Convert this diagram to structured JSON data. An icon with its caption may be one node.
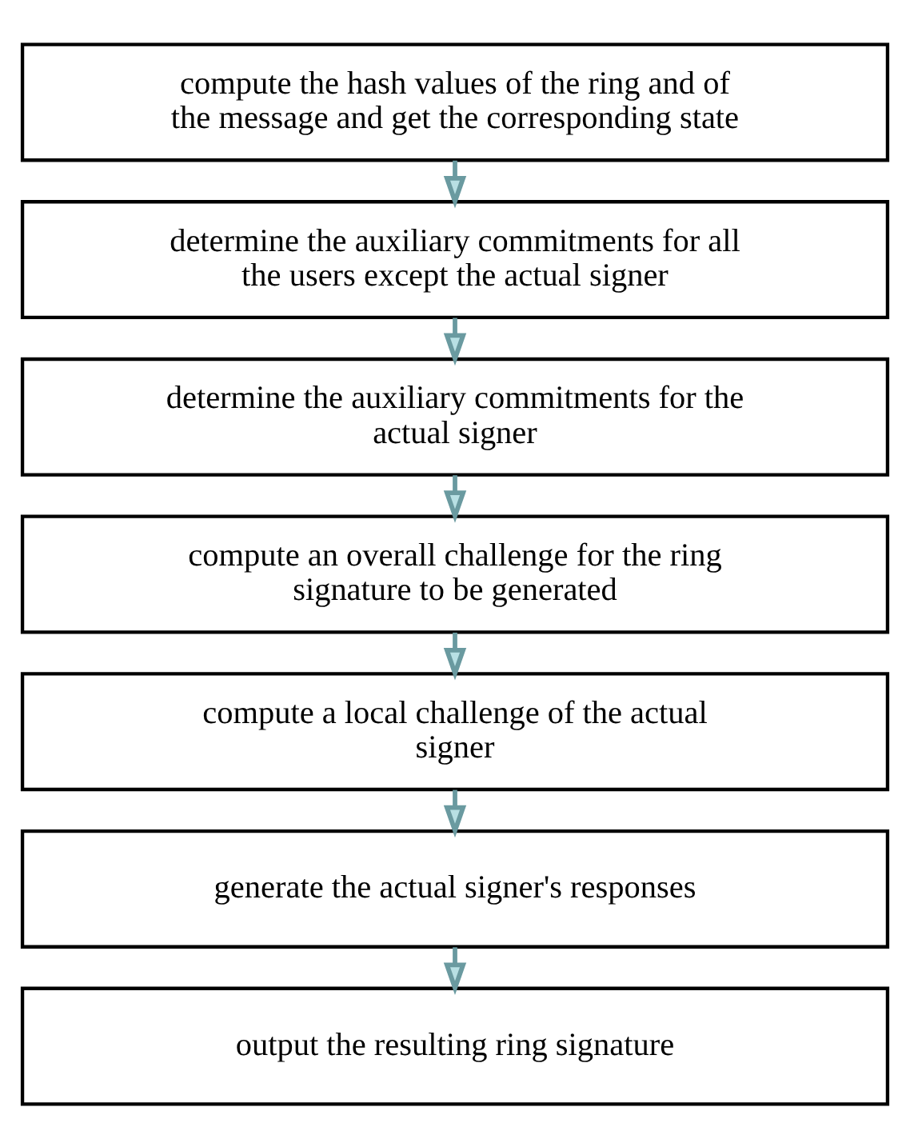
{
  "diagram": {
    "nodes": [
      {
        "text": [
          "compute the hash values of the ring and of the message and get the corresponding state"
        ]
      },
      {
        "text": [
          "determine the auxiliary commitments for all the users except the actual signer"
        ]
      },
      {
        "text": [
          "determine the auxiliary commitments for the actual signer"
        ]
      },
      {
        "text": [
          "compute an overall challenge for the ring signature to be generated"
        ]
      },
      {
        "text": [
          "compute a local challenge of the actual signer"
        ]
      },
      {
        "text": [
          "generate the actual signer's responses"
        ]
      },
      {
        "text": [
          "output the resulting ring signature"
        ]
      }
    ],
    "edges": [
      {
        "from": 0,
        "to": 1,
        "arrow": "to"
      },
      {
        "from": 1,
        "to": 2,
        "arrow": "to"
      },
      {
        "from": 2,
        "to": 3,
        "arrow": "to"
      },
      {
        "from": 3,
        "to": 4,
        "arrow": "to"
      },
      {
        "from": 4,
        "to": 5,
        "arrow": "to"
      },
      {
        "from": 5,
        "to": 6,
        "arrow": "to"
      }
    ]
  }
}
